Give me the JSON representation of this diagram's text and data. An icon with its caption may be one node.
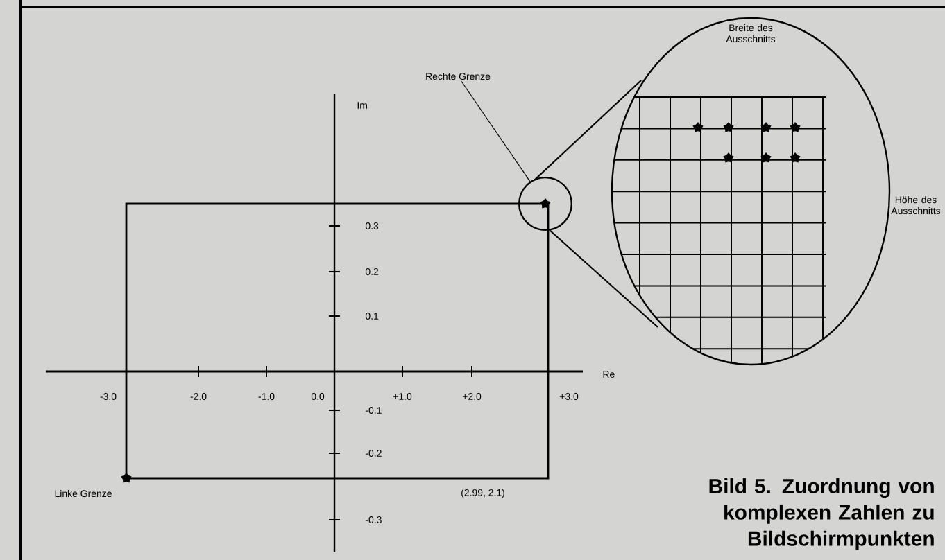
{
  "diagram": {
    "caption": "Bild 5. Zuordnung von komplexen Zahlen zu Bildschirmpunkten",
    "nodes": [
      {
        "text": [
          "Rechte Grenze"
        ]
      },
      {
        "text": [],
        "shape": "circle"
      }
    ],
    "edges": [
      {
        "from": 0,
        "to": 1,
        "arrow": "none"
      }
    ],
    "labels": [
      "Im",
      "0.3",
      "0.2",
      "0.1",
      "-3.0",
      "-2.0",
      "-1.0",
      "0.0",
      "+1.0",
      "+2.0",
      "+3.0",
      "Re",
      "-0.1",
      "-0.2",
      "-0.3",
      "Linke Grenze",
      "(2.99, 2.1)",
      "Breite des Ausschnitts",
      "Höhe des Ausschnitts"
    ]
  }
}
